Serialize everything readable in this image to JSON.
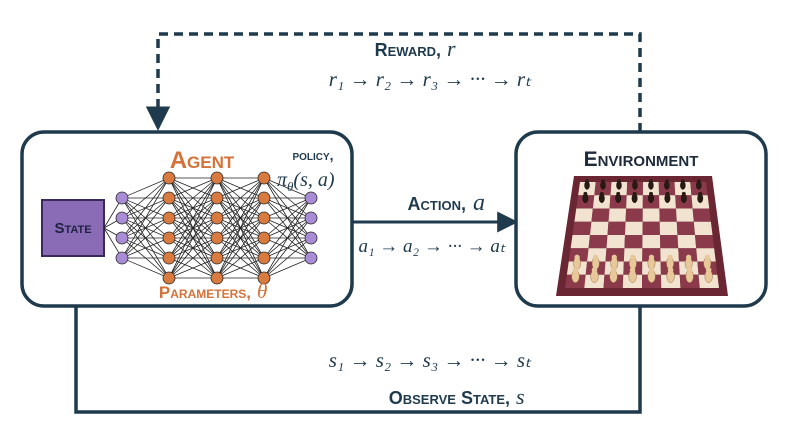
{
  "colors": {
    "frame": "#1f3a4d",
    "agent_title": "#d4723a",
    "state_fill": "#8a6bb5",
    "state_stroke": "#3a2a5a",
    "neuron_input": "#a98bd6",
    "neuron_hidden": "#d97a3f",
    "board_light": "#f1e3cf",
    "board_dark": "#8a3a4a",
    "board_frame": "#6a2632"
  },
  "reward": {
    "label": "Reward,",
    "symbol": "r",
    "sequence": "r₁ → r₂ → r₃ → ··· → rₜ"
  },
  "agent": {
    "title": "Agent",
    "state_label": "State",
    "policy_label": "policy,",
    "policy_formula": "π",
    "policy_sub": "θ",
    "policy_args": "(s, a)",
    "parameters_label": "Parameters,",
    "parameters_symbol": "θ"
  },
  "action": {
    "label": "Action,",
    "symbol": "a",
    "sequence": "a₁ → a₂ → ··· → aₜ"
  },
  "environment": {
    "title": "Environment"
  },
  "observe": {
    "label": "Observe State,",
    "symbol": "s",
    "sequence": "s₁ → s₂ → s₃ → ··· → sₜ"
  }
}
